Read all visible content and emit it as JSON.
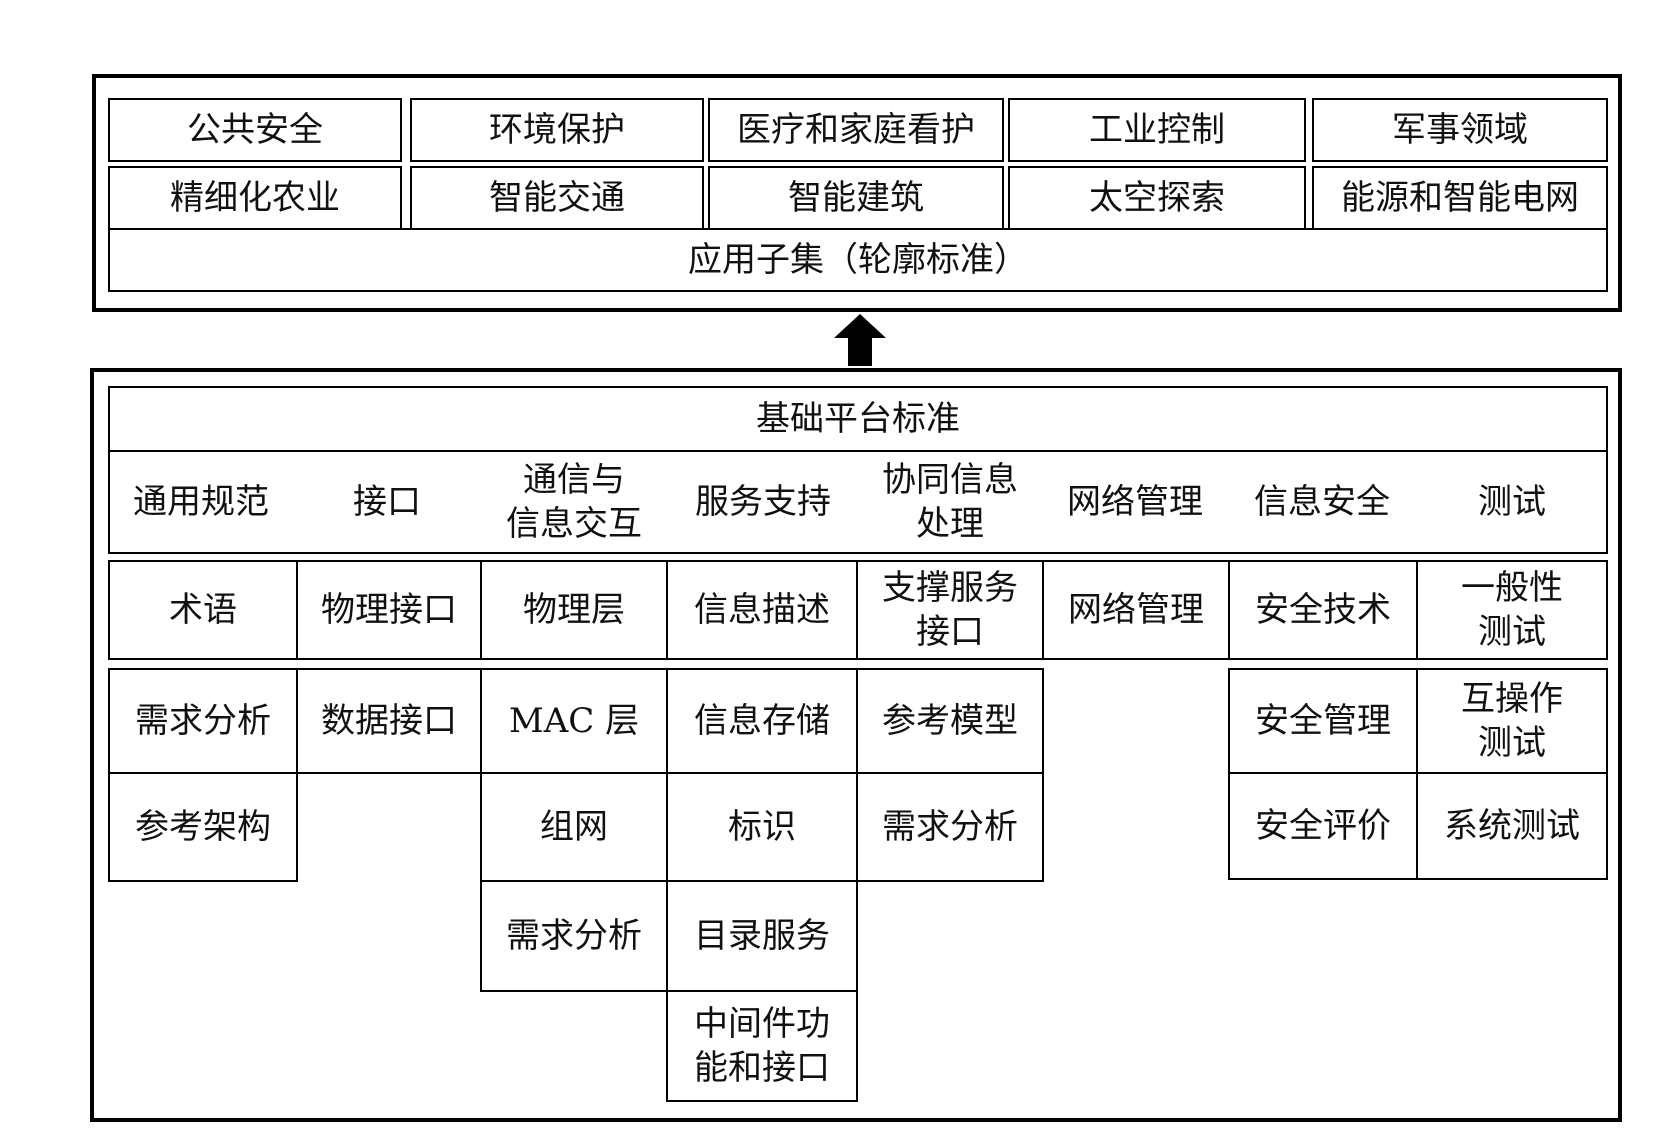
{
  "applications": {
    "row1": [
      "公共安全",
      "环境保护",
      "医疗和家庭看护",
      "工业控制",
      "军事领域"
    ],
    "row2": [
      "精细化农业",
      "智能交通",
      "智能建筑",
      "太空探索",
      "能源和智能电网"
    ],
    "subset": "应用子集（轮廓标准）"
  },
  "platform": {
    "title": "基础平台标准",
    "categories": [
      "通用规范",
      "接口",
      "通信与\n信息交互",
      "服务支持",
      "协同信息\n处理",
      "网络管理",
      "信息安全",
      "测试"
    ],
    "columns": [
      [
        "术语",
        "需求分析",
        "参考架构"
      ],
      [
        "物理接口",
        "数据接口"
      ],
      [
        "物理层",
        "MAC 层",
        "组网",
        "需求分析"
      ],
      [
        "信息描述",
        "信息存储",
        "标识",
        "目录服务",
        "中间件功\n能和接口"
      ],
      [
        "支撑服务\n接口",
        "参考模型",
        "需求分析"
      ],
      [
        "网络管理"
      ],
      [
        "安全技术",
        "安全管理",
        "安全评价"
      ],
      [
        "一般性\n测试",
        "互操作\n测试",
        "系统测试"
      ]
    ]
  },
  "colors": {
    "line": "#000000",
    "background": "#ffffff",
    "text": "#111111"
  }
}
